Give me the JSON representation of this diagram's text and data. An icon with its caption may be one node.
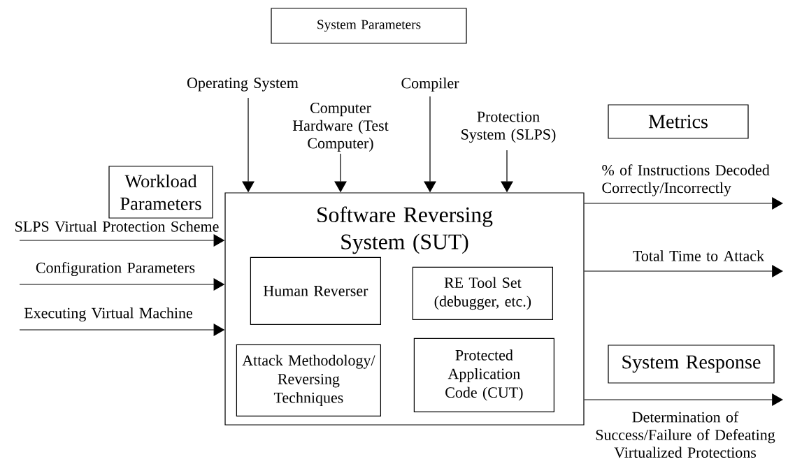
{
  "diagram": {
    "nodes": [
      {
        "text": [
          "System Parameters"
        ]
      },
      {
        "text": [
          "Metrics"
        ]
      },
      {
        "text": [
          "Workload Parameters"
        ]
      },
      {
        "text": [
          "System Response"
        ]
      },
      {
        "text": [
          "Software Reversing System (SUT)"
        ]
      },
      {
        "text": [
          "Human Reverser"
        ],
        "in": 4
      },
      {
        "text": [
          "RE Tool Set (debugger, etc.)"
        ],
        "in": 4
      },
      {
        "text": [
          "Attack Methodology/ Reversing Techniques"
        ],
        "in": 4
      },
      {
        "text": [
          "Protected Application Code (CUT)"
        ],
        "in": 4
      }
    ],
    "edges": [
      {
        "from": null,
        "to": 4,
        "arrow": "to",
        "label": "Operating System"
      },
      {
        "from": null,
        "to": 4,
        "arrow": "to",
        "label": "Computer Hardware (Test Computer)"
      },
      {
        "from": null,
        "to": 4,
        "arrow": "to",
        "label": "Compiler"
      },
      {
        "from": null,
        "to": 4,
        "arrow": "to",
        "label": "Protection System (SLPS)"
      },
      {
        "from": null,
        "to": 4,
        "arrow": "to",
        "label": "SLPS Virtual Protection Scheme"
      },
      {
        "from": null,
        "to": 4,
        "arrow": "to",
        "label": "Configuration Parameters"
      },
      {
        "from": null,
        "to": 4,
        "arrow": "to",
        "label": "Executing Virtual Machine"
      },
      {
        "from": 4,
        "to": null,
        "arrow": "to",
        "label": "% of Instructions Decoded Correctly/Incorrectly"
      },
      {
        "from": 4,
        "to": null,
        "arrow": "to",
        "label": "Total Time to Attack"
      },
      {
        "from": 4,
        "to": null,
        "arrow": "to",
        "label": "Determination of Success/Failure of Defeating Virtualized Protections"
      }
    ]
  }
}
